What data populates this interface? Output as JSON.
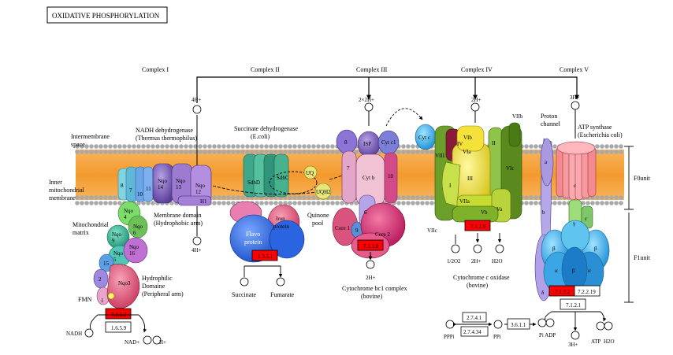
{
  "title": "OXIDATIVE PHOSPHORYLATION",
  "complexes": {
    "c1": "Complex I",
    "c2": "Complex II",
    "c3": "Complex III",
    "c4": "Complex IV",
    "c5": "Complex V"
  },
  "region_labels": {
    "intermembrane_1": "Intermembrane",
    "intermembrane_2": "space",
    "inner_1": "Inner",
    "inner_2": "mitochondrial",
    "inner_3": "membrane",
    "matrix_1": "Mitochondrial",
    "matrix_2": "matrix"
  },
  "c1_labels": {
    "name_1": "NADH dehydrogenase",
    "name_2": "(Thermus thermophilus)",
    "membrane_1": "Membrane domain",
    "membrane_2": "(Hydrophobic arm)",
    "hydro_1": "Hydrophilic",
    "hydro_2": "Domaine",
    "hydro_3": "(Peripheral arm)",
    "fmn": "FMN",
    "nadh": "NADH",
    "nad": "NAD+",
    "h_plus": "H+",
    "h_out": "4H+",
    "h_in": "4H+",
    "ec_red": "7.1.1.2",
    "ec_white": "1.6.5.9"
  },
  "c1_subunits": {
    "s7": "7",
    "s8": "8",
    "s10": "10",
    "s11": "11",
    "ngo14": "Nqo\n14",
    "ngo13": "Nqo\n13",
    "ngo12": "Nqo\n12",
    "h1": "H1",
    "ngo4": "Nqo\n4",
    "ngo6": "Nqo\n6",
    "ngo9": "Nqo\n9",
    "ngo5": "Nqo\n5",
    "ngo16": "Nqo\n16",
    "s15": "15",
    "s2": "2",
    "s1": "1",
    "ngo3": "Nqo3"
  },
  "c2_labels": {
    "name_1": "Succinate dehydrogenase",
    "name_2": "(E.coli)",
    "sdhd": "SdhD",
    "sdhc": "SdhC",
    "flavo_1": "Flavo",
    "flavo_2": "protein",
    "iron_1": "Iron",
    "iron_2": "protein",
    "ec_red": "1.3.5.1",
    "succinate": "Succinate",
    "fumarate": "Fumarate",
    "uq": "UQ",
    "uqh2": "UQH2",
    "quinone_1": "Quinone",
    "quinone_2": "pool"
  },
  "c3_labels": {
    "h_out": "2×2H+",
    "s8": "8",
    "isp": "ISP",
    "cytc1": "Cyt c1",
    "s7": "7",
    "cytb": "Cyt b",
    "s10": "10",
    "s6": "6",
    "s9": "9",
    "core1": "Core 1",
    "core2": "Core 2",
    "ec_red": "7.1.1.8",
    "h_in": "2H+",
    "name_1": "Cytochrome bc1 complex",
    "name_2": "(bovine)"
  },
  "c4_labels": {
    "cytc": "Cyt c",
    "h_out": "2H+",
    "viib": "VIIb",
    "viii": "VIII",
    "vib": "VIb",
    "via": "VIa",
    "iii": "III",
    "ii": "II",
    "vic": "VIc",
    "i": "I",
    "viia": "VIIa",
    "vb": "Vb",
    "va": "Va",
    "iv": "IV",
    "viic": "VIIc",
    "ec_red": "7.1.1.9",
    "o2": "1/2O2",
    "h_in": "2H+",
    "h2o": "H2O",
    "name_1": "Cytochrome c oxidase",
    "name_2": "(bovine)"
  },
  "c5_labels": {
    "h_out": "3H+",
    "proton_1": "Proton",
    "proton_2": "channel",
    "name_1": "ATP synthase",
    "name_2": "(Escherichia coli)",
    "a": "a",
    "b": "b",
    "c": "c",
    "gamma": "γ",
    "epsilon": "ε",
    "beta1": "β",
    "beta2": "β",
    "alpha1": "α",
    "alpha2": "α",
    "beta3": "β",
    "delta": "δ",
    "fo": "F0unit",
    "f1": "F1unit",
    "ec_red": "7.1.2.2",
    "ec_white1": "7.2.2.19",
    "ec_white2": "7.1.2.1",
    "pi_adp": "Pi ADP",
    "h_in": "3H+",
    "atp": "ATP",
    "h2o": "H2O"
  },
  "pyro": {
    "pppi": "PPPi",
    "ppi": "PPi",
    "pi": "Pi",
    "ec1": "2.7.4.1",
    "ec2": "2.7.4.34",
    "ec3": "3.6.1.1"
  },
  "colors": {
    "membrane": "#f6a43b",
    "lipid_head": "#a9a9a9",
    "ec_red": "#ff0000",
    "matrix_blue": "#2f6fe0"
  }
}
